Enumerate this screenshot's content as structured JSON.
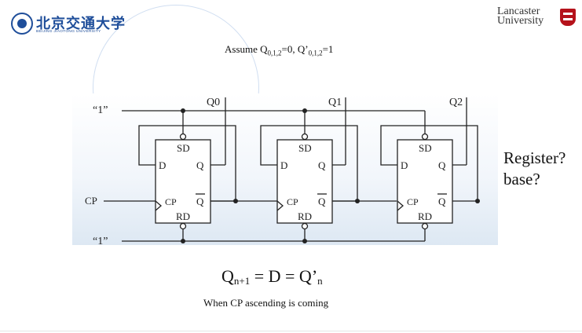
{
  "header": {
    "left_logo": {
      "cn": "北京交通大学",
      "en": "BEIJING JIAOTONG UNIVERSITY"
    },
    "right_logo": {
      "line1": "Lancaster",
      "line2": "University"
    }
  },
  "assume": {
    "prefix": "Assume Q",
    "sub1": "0,1,2",
    "mid": "=0, Q’",
    "sub2": "0,1,2",
    "suffix": "=1"
  },
  "circuit": {
    "one_top": "“1”",
    "one_bottom": "“1”",
    "cp_input": "CP",
    "outputs": [
      "Q0",
      "Q1",
      "Q2"
    ],
    "flipflop": {
      "sd": "SD",
      "d": "D",
      "q": "Q",
      "cp": "CP",
      "qbar": "Q",
      "rd": "RD"
    }
  },
  "side_note": {
    "line1": "Register?",
    "line2": "base?"
  },
  "formula": {
    "q": "Q",
    "n1": "n+1",
    "eq": " = D = Q’",
    "n": "n"
  },
  "note": "When CP ascending is coming"
}
